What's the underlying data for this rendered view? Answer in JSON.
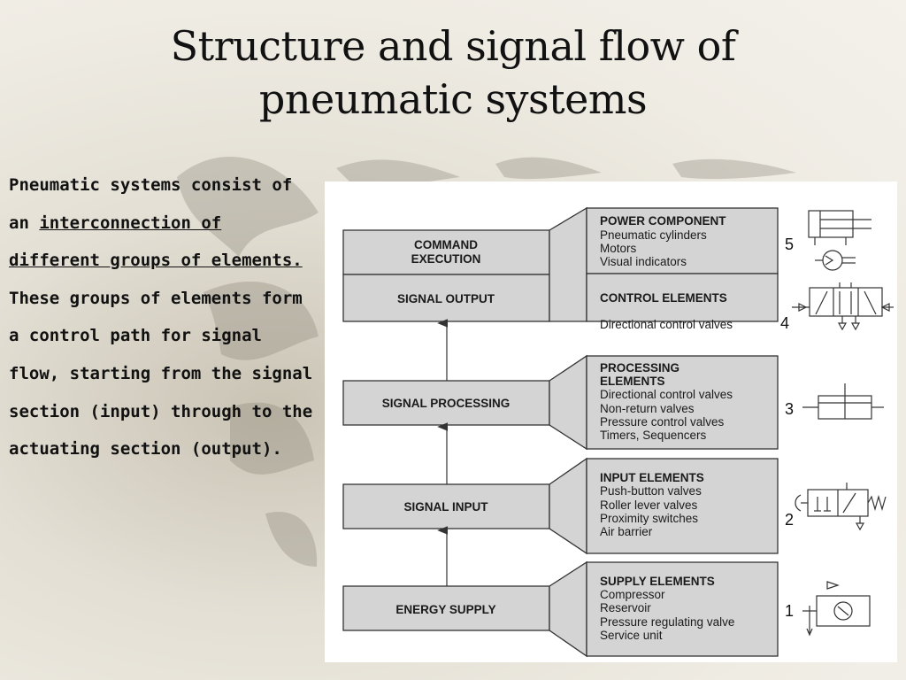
{
  "slide": {
    "title_line1": "Structure and signal flow of",
    "title_line2": "pneumatic systems",
    "body_part1": "Pneumatic systems consist of an ",
    "body_underlined": "interconnection of different groups of elements. ",
    "body_part2": "These groups of elements form a control path for signal flow, starting from the signal section (input) through to the actuating section (output)."
  },
  "diagram": {
    "levels": [
      {
        "label_line1": "COMMAND",
        "label_line2": "EXECUTION",
        "header": "POWER COMPONENT",
        "items": [
          "Pneumatic cylinders",
          "Motors",
          "Visual indicators"
        ],
        "number": "5"
      },
      {
        "label_line1": "SIGNAL OUTPUT",
        "header": "CONTROL ELEMENTS",
        "items": [
          "Directional control valves"
        ],
        "number": "4"
      },
      {
        "label_line1": "SIGNAL PROCESSING",
        "header_line1": "PROCESSING",
        "header_line2": "ELEMENTS",
        "items": [
          "Directional control valves",
          "Non-return valves",
          "Pressure control valves",
          "Timers, Sequencers"
        ],
        "number": "3"
      },
      {
        "label_line1": "SIGNAL INPUT",
        "header": "INPUT ELEMENTS",
        "items": [
          "Push-button valves",
          "Roller lever valves",
          "Proximity switches",
          "Air barrier"
        ],
        "number": "2"
      },
      {
        "label_line1": "ENERGY SUPPLY",
        "header": "SUPPLY ELEMENTS",
        "items": [
          "Compressor",
          "Reservoir",
          "Pressure regulating valve",
          "Service unit"
        ],
        "number": "1"
      }
    ],
    "icons": [
      "cylinder-symbol-icon",
      "motor-symbol-icon",
      "directional-valve-symbol-icon",
      "processing-valve-symbol-icon",
      "push-button-valve-symbol-icon",
      "service-unit-symbol-icon"
    ]
  }
}
